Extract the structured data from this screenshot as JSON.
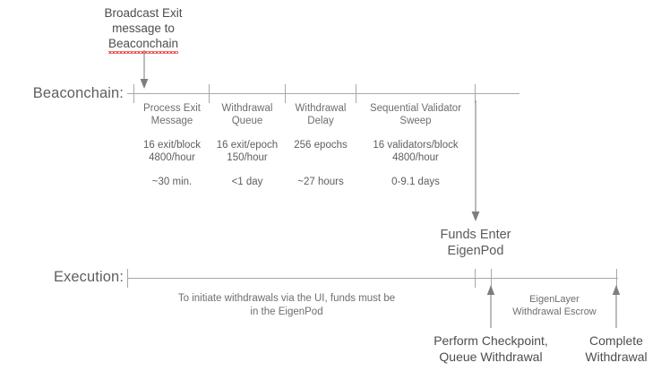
{
  "diagram": {
    "title_note": {
      "line1": "Broadcast Exit",
      "line2": "message to",
      "line3": "Beaconchain"
    },
    "rows": [
      {
        "id": "beaconchain",
        "label": "Beaconchain:"
      },
      {
        "id": "execution",
        "label": "Execution:"
      }
    ],
    "beaconchain_segments": [
      {
        "title_line1": "Process Exit",
        "title_line2": "Message",
        "rate_line1": "16 exit/block",
        "rate_line2": "4800/hour",
        "duration": "~30 min."
      },
      {
        "title_line1": "Withdrawal",
        "title_line2": "Queue",
        "rate_line1": "16 exit/epoch",
        "rate_line2": "150/hour",
        "duration": "<1 day"
      },
      {
        "title_line1": "Withdrawal",
        "title_line2": "Delay",
        "rate_line1": "256 epochs",
        "rate_line2": "",
        "duration": "~27 hours"
      },
      {
        "title_line1": "Sequential Validator",
        "title_line2": "Sweep",
        "rate_line1": "16 validators/block",
        "rate_line2": "4800/hour",
        "duration": "0-9.1 days"
      }
    ],
    "funds_enter": {
      "line1": "Funds Enter",
      "line2": "EigenPod"
    },
    "execution_note": {
      "line1": "To initiate withdrawals via the UI, funds must be",
      "line2": "in the EigenPod"
    },
    "escrow_note": {
      "line1": "EigenLayer",
      "line2": "Withdrawal Escrow"
    },
    "execution_events": [
      {
        "line1": "Perform Checkpoint,",
        "line2": "Queue Withdrawal"
      },
      {
        "line1": "Complete",
        "line2": "Withdrawal"
      }
    ],
    "colors": {
      "line": "#a8a8a8",
      "text": "#5e5e5e",
      "heading": "#4d4d4d",
      "spellcheck": "#e8453c",
      "background": "#ffffff"
    }
  }
}
